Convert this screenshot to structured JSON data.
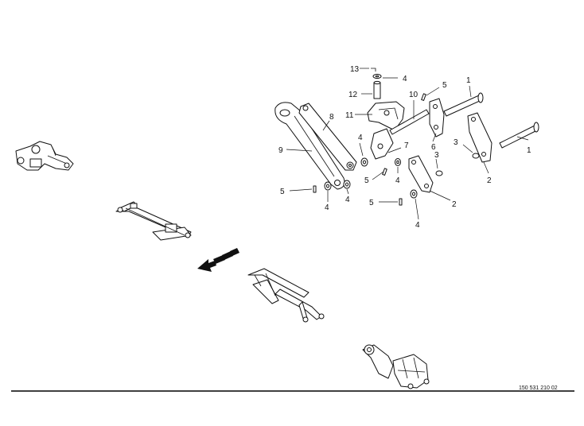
{
  "document_number": "150 531 210 02",
  "callouts": [
    {
      "id": "c13",
      "label": "13"
    },
    {
      "id": "c4-top",
      "label": "4"
    },
    {
      "id": "c12",
      "label": "12"
    },
    {
      "id": "c10",
      "label": "10"
    },
    {
      "id": "c5-top",
      "label": "5"
    },
    {
      "id": "c1-top",
      "label": "1"
    },
    {
      "id": "c11",
      "label": "11"
    },
    {
      "id": "c8",
      "label": "8"
    },
    {
      "id": "c9",
      "label": "9"
    },
    {
      "id": "c4-mid",
      "label": "4"
    },
    {
      "id": "c7",
      "label": "7"
    },
    {
      "id": "c6",
      "label": "6"
    },
    {
      "id": "c3-left",
      "label": "3"
    },
    {
      "id": "c3-right",
      "label": "3"
    },
    {
      "id": "c1-right",
      "label": "1"
    },
    {
      "id": "c2-right",
      "label": "2"
    },
    {
      "id": "c5-mid",
      "label": "5"
    },
    {
      "id": "c4-midb",
      "label": "4"
    },
    {
      "id": "c5-left",
      "label": "5"
    },
    {
      "id": "c4-left",
      "label": "4"
    },
    {
      "id": "c4-center",
      "label": "4"
    },
    {
      "id": "c5-low",
      "label": "5"
    },
    {
      "id": "c2-low",
      "label": "2"
    },
    {
      "id": "c4-low",
      "label": "4"
    }
  ],
  "direction_arrow": "view-direction-arrow"
}
